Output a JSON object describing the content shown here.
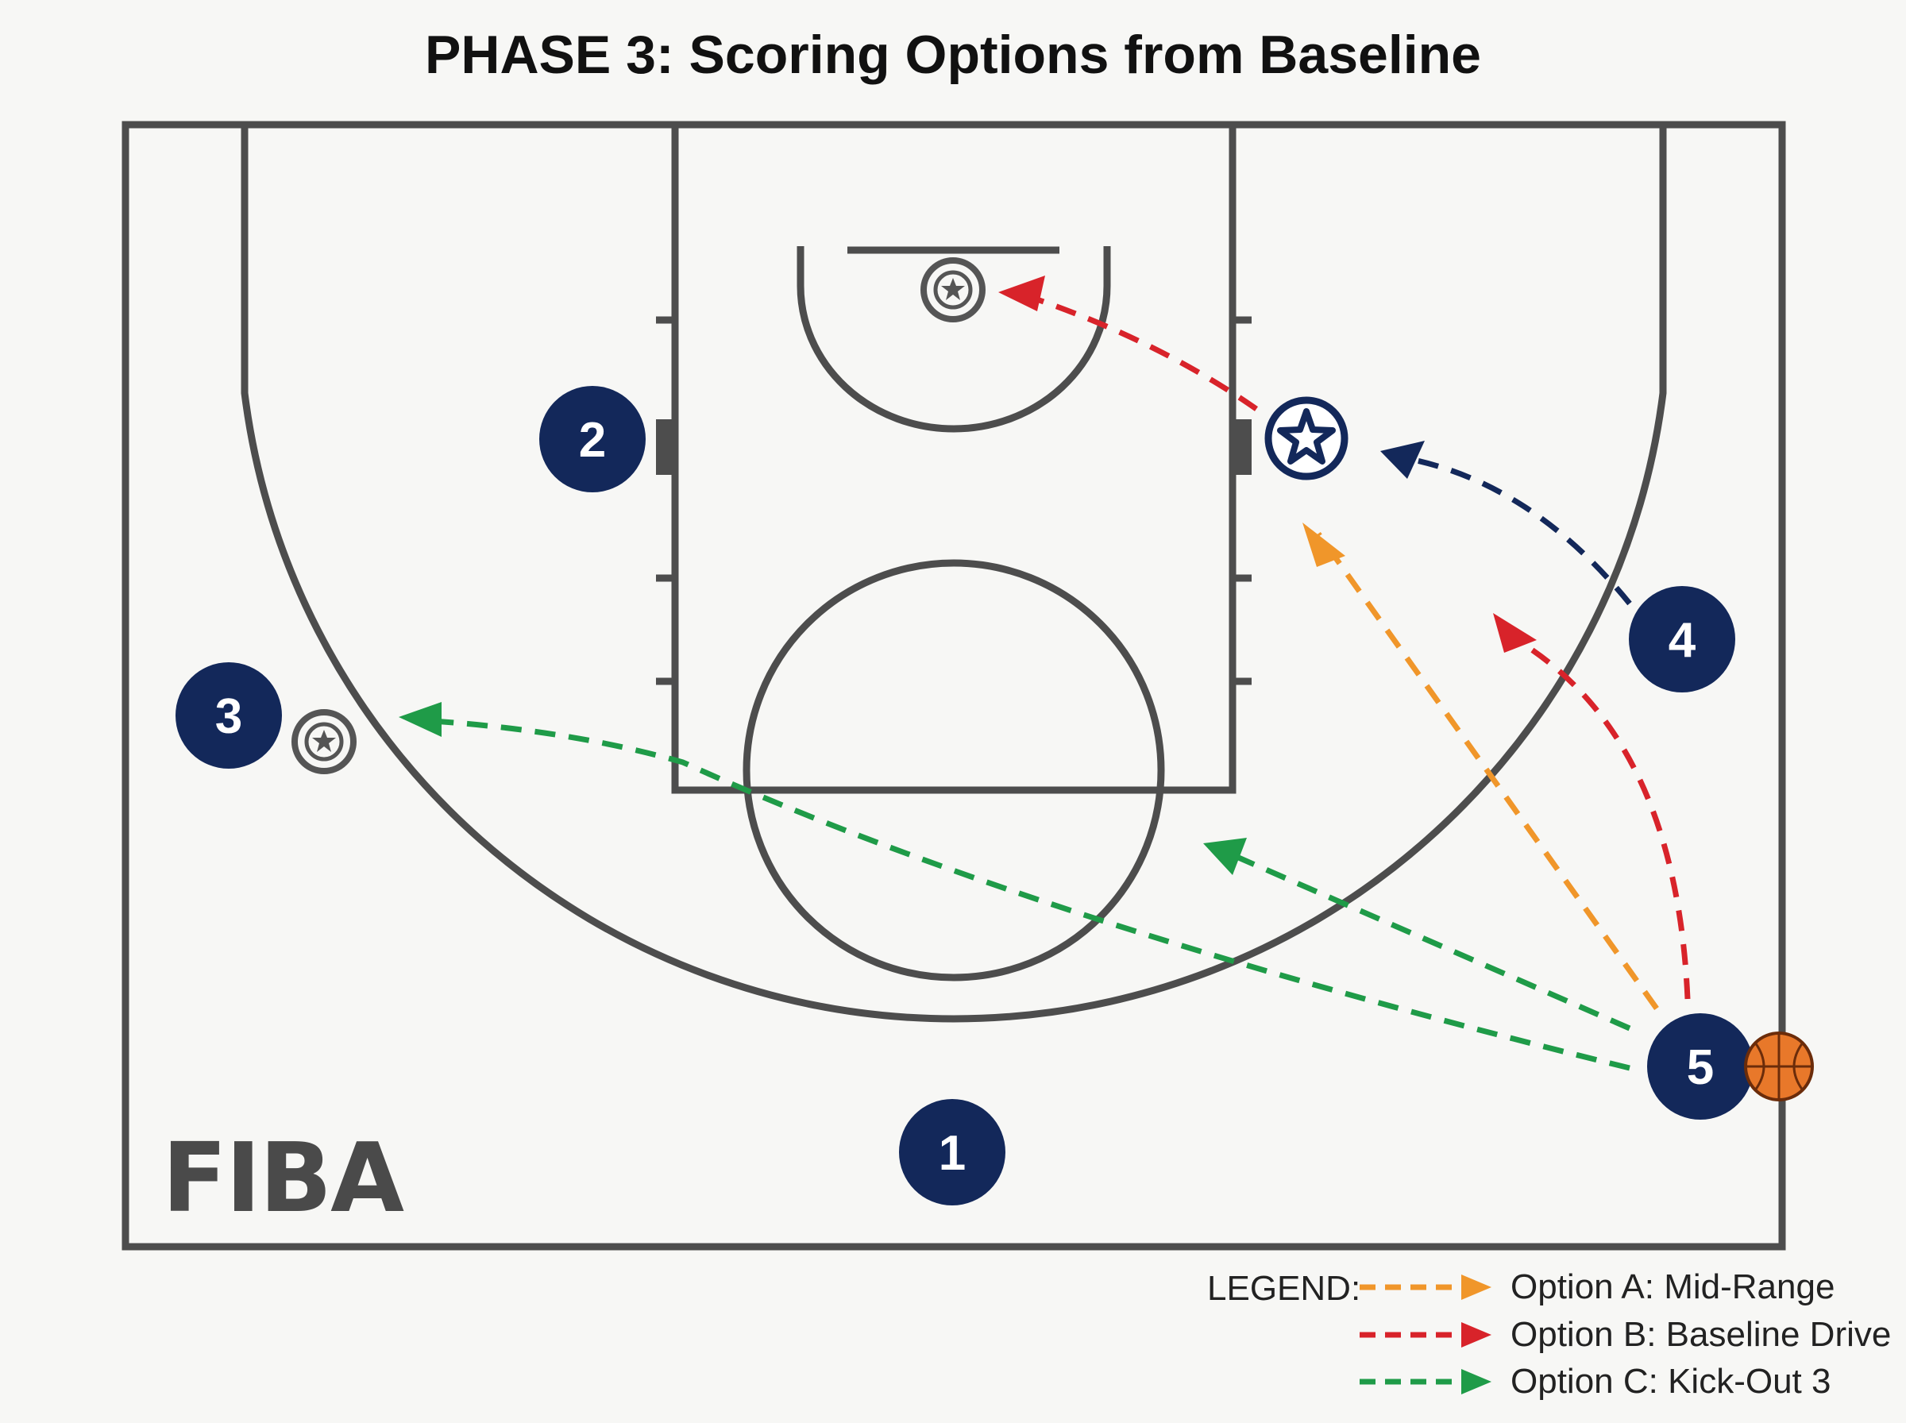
{
  "title": "PHASE 3: Scoring Options from Baseline",
  "logo_text": "FIBA",
  "players": [
    {
      "id": "1",
      "label": "1"
    },
    {
      "id": "2",
      "label": "2"
    },
    {
      "id": "3",
      "label": "3"
    },
    {
      "id": "4",
      "label": "4"
    },
    {
      "id": "5",
      "label": "5",
      "has_ball": true
    }
  ],
  "legend": {
    "title": "LEGEND:",
    "items": [
      {
        "label": "Option A: Mid-Range",
        "color": "#f0962a"
      },
      {
        "label": "Option B: Baseline Drive",
        "color": "#d8232a"
      },
      {
        "label": "Option C: Kick-Out 3",
        "color": "#1f9b48"
      }
    ]
  },
  "colors": {
    "court_lines": "#4d4d4d",
    "player_fill": "#13285a",
    "option_a": "#f0962a",
    "option_b": "#d8232a",
    "option_c": "#1f9b48",
    "cut_path": "#13285a",
    "ball": "#e8782a"
  },
  "icons": [
    "star-target-icon",
    "basketball-icon",
    "arrow-icon"
  ]
}
